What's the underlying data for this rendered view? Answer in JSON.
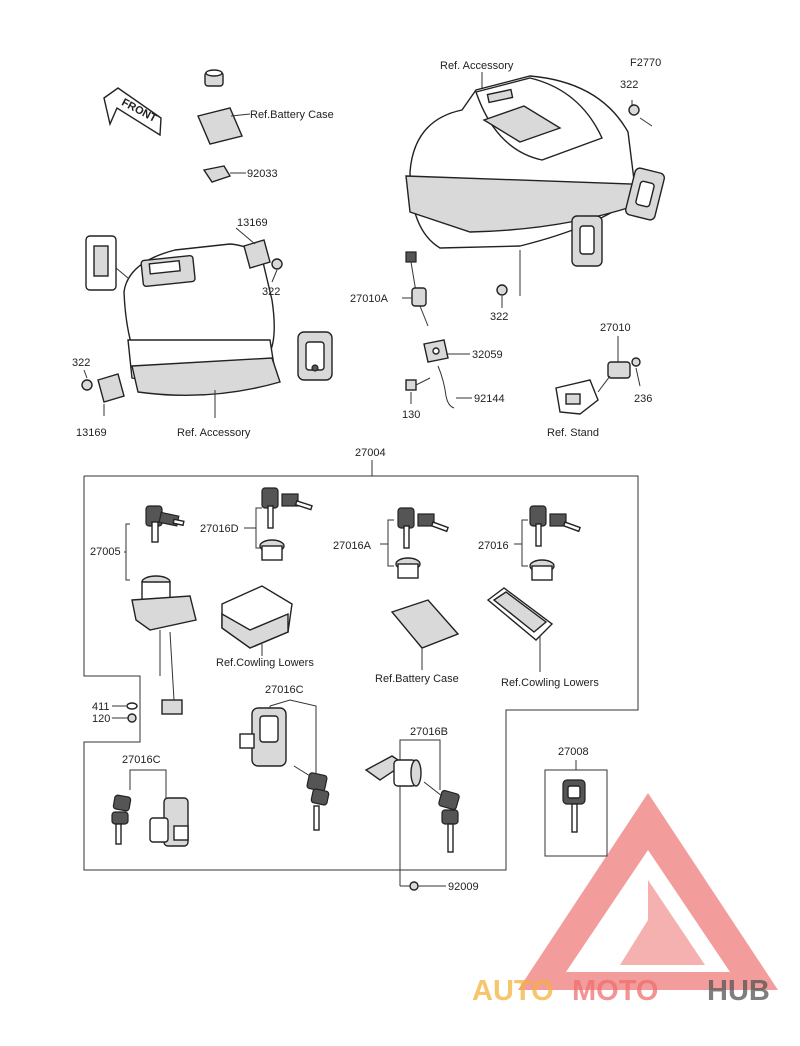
{
  "diagram": {
    "figure_code": "F2770",
    "front_label": "FRONT",
    "labels": {
      "ref_accessory_top": "Ref. Accessory",
      "ref_battery_case_top": "Ref.Battery Case",
      "p92033": "92033",
      "p322_a": "322",
      "p13169_a": "13169",
      "p322_b": "322",
      "p322_c": "322",
      "p13169_b": "13169",
      "ref_accessory_left": "Ref. Accessory",
      "p27010A": "27010A",
      "p32059": "32059",
      "p322_d": "322",
      "p130": "130",
      "p92144": "92144",
      "p27010": "27010",
      "p236": "236",
      "ref_stand": "Ref. Stand",
      "p27004": "27004",
      "p27005": "27005",
      "p27016D": "27016D",
      "p27016A": "27016A",
      "p27016": "27016",
      "ref_cowling_lowers_a": "Ref.Cowling Lowers",
      "ref_battery_case_b": "Ref.Battery Case",
      "ref_cowling_lowers_b": "Ref.Cowling Lowers",
      "p411": "411",
      "p120": "120",
      "p27016C_a": "27016C",
      "p27016B": "27016B",
      "p27008": "27008",
      "p27016C_b": "27016C",
      "p92009": "92009"
    }
  },
  "watermark": {
    "text_a": "AUTO",
    "text_b": "MOTO",
    "text_c": "HUB",
    "color_a": "#f5b23c",
    "color_b": "#ef6f6f",
    "color_c": "#555555",
    "triangle_color": "#ef7c7c"
  }
}
